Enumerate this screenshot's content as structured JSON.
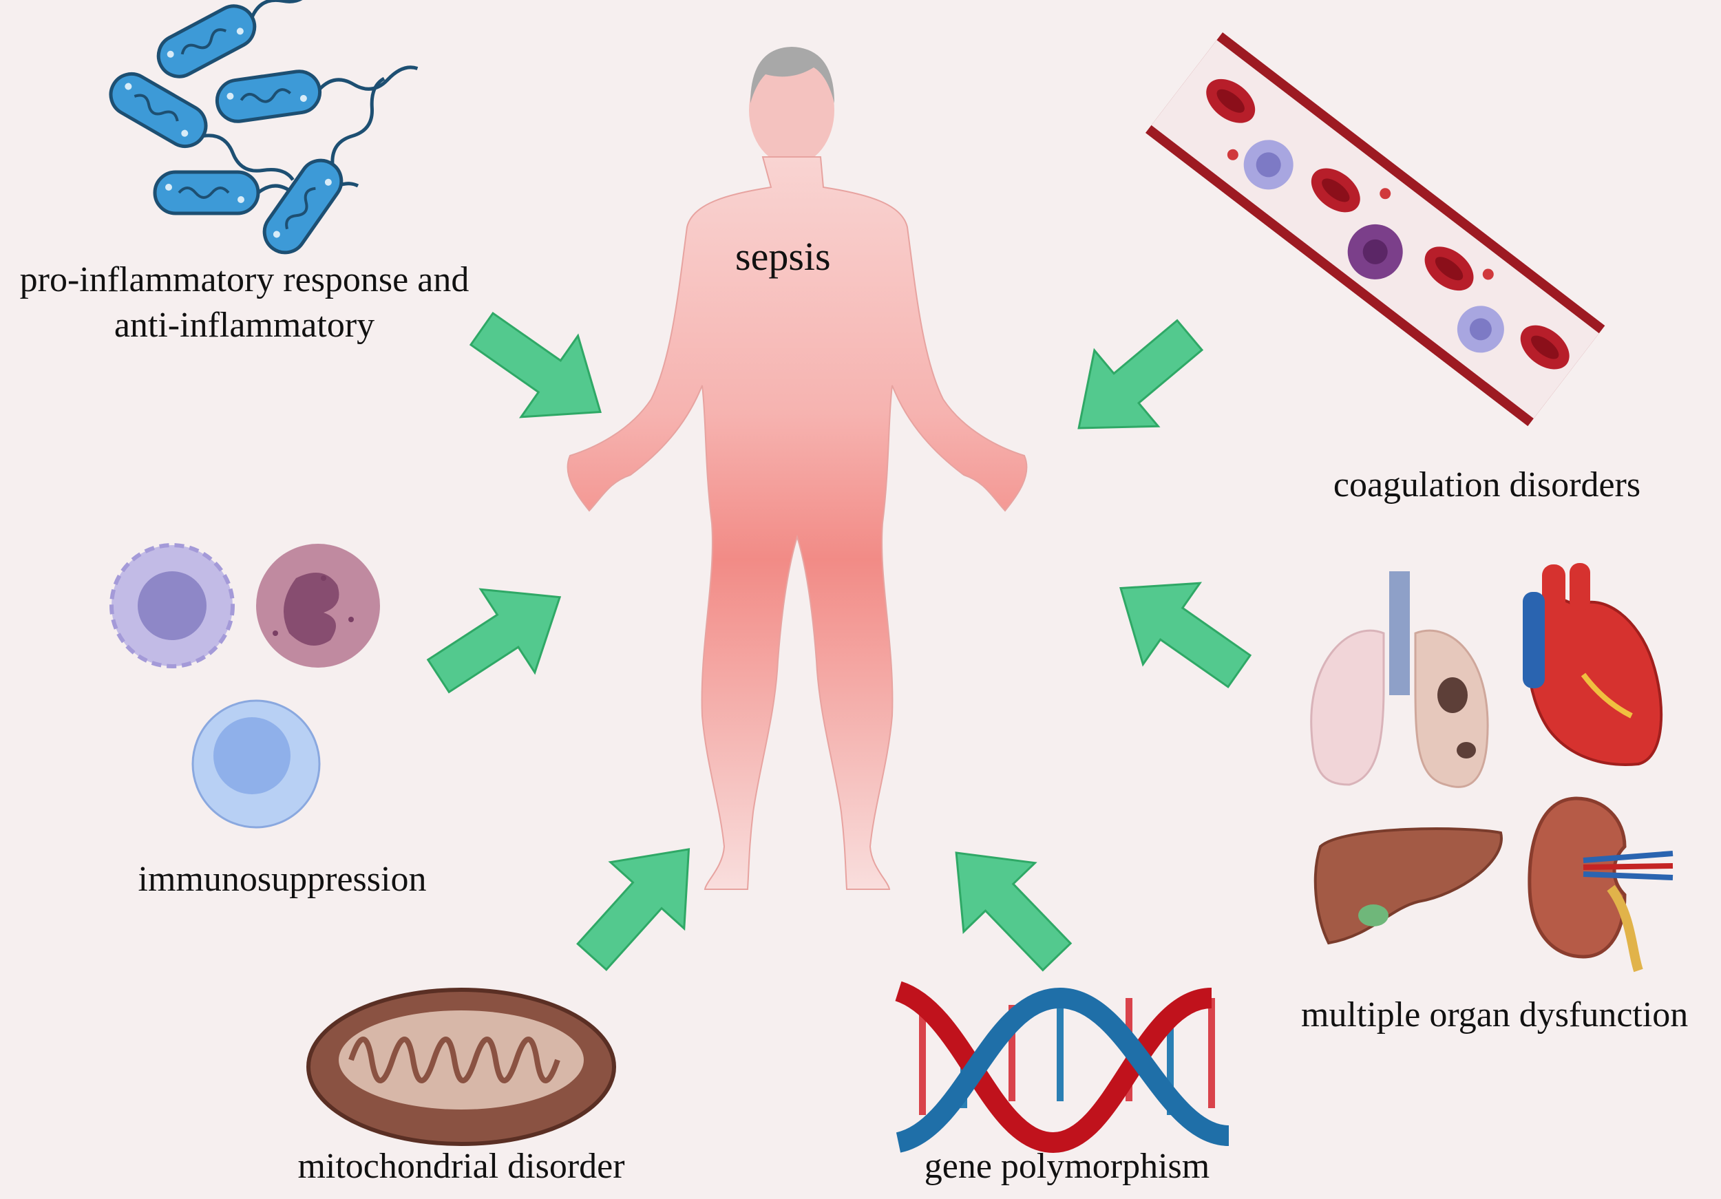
{
  "center": {
    "label": "sepsis"
  },
  "factors": {
    "inflammatory": {
      "line1": "pro-inflammatory response and",
      "line2": "anti-inflammatory"
    },
    "coagulation": {
      "label": "coagulation disorders"
    },
    "immunosuppression": {
      "label": "immunosuppression"
    },
    "organ": {
      "label": "multiple organ dysfunction"
    },
    "mitochondrial": {
      "label": "mitochondrial disorder"
    },
    "gene": {
      "label": "gene polymorphism"
    }
  },
  "colors": {
    "background": "#f6efef",
    "arrow": "#53c98e",
    "arrow_stroke": "#2fa866",
    "body_top": "#f7c7c5",
    "body_mid": "#f38c86",
    "bacteria": "#3d9ad7",
    "vessel": "#9d1a22",
    "dna_red": "#c0121c",
    "dna_blue": "#1f6fa8"
  },
  "icons": [
    "bacteria-icon",
    "blood-vessel-icon",
    "immune-cells-icon",
    "organs-icon",
    "mitochondrion-icon",
    "dna-helix-icon",
    "human-body-icon"
  ]
}
